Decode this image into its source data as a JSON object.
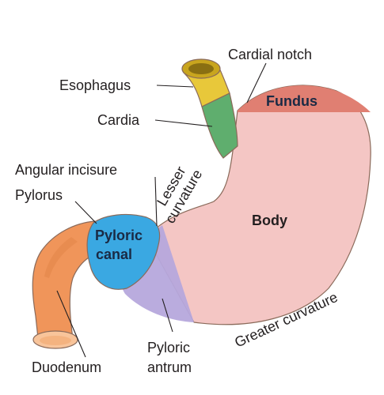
{
  "labels": {
    "cardial_notch": "Cardial notch",
    "esophagus": "Esophagus",
    "cardia": "Cardia",
    "fundus": "Fundus",
    "angular_incisure": "Angular incisure",
    "lesser_curvature_line1": "Lesser",
    "lesser_curvature_line2": "curvature",
    "pylorus": "Pylorus",
    "body": "Body",
    "pyloric_canal_line1": "Pyloric",
    "pyloric_canal_line2": "canal",
    "greater_curvature": "Greater curvature",
    "pyloric_antrum_line1": "Pyloric",
    "pyloric_antrum_line2": "antrum",
    "duodenum": "Duodenum"
  },
  "colors": {
    "esophagus": "#e8c83a",
    "cardia": "#5fae6e",
    "fundus": "#e07f72",
    "body": "#f4c6c4",
    "pyloric_canal": "#3aa8e2",
    "pyloric_antrum": "#b6a8dc",
    "duodenum": "#f0955a",
    "duodenum_lumen": "#f8c49a"
  }
}
